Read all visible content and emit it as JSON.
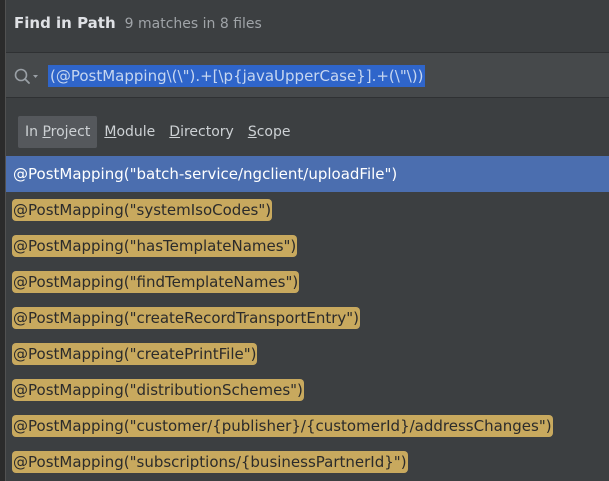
{
  "dialog": {
    "title": "Find in Path",
    "match_summary": "9 matches in 8 files"
  },
  "search": {
    "icon": "search-icon",
    "query": "(@PostMapping\\(\\\").+[\\p{javaUpperCase}].+(\\\"\\))"
  },
  "scopes": [
    {
      "label": "In Project",
      "mnemonic": "P",
      "active": true
    },
    {
      "label": "Module",
      "mnemonic": "M",
      "active": false
    },
    {
      "label": "Directory",
      "mnemonic": "D",
      "active": false
    },
    {
      "label": "Scope",
      "mnemonic": "S",
      "active": false
    }
  ],
  "results": [
    {
      "text": "@PostMapping(\"batch-service/ngclient/uploadFile\")",
      "selected": true
    },
    {
      "text": "@PostMapping(\"systemIsoCodes\")",
      "selected": false
    },
    {
      "text": "@PostMapping(\"hasTemplateNames\")",
      "selected": false
    },
    {
      "text": "@PostMapping(\"findTemplateNames\")",
      "selected": false
    },
    {
      "text": "@PostMapping(\"createRecordTransportEntry\")",
      "selected": false
    },
    {
      "text": "@PostMapping(\"createPrintFile\")",
      "selected": false
    },
    {
      "text": "@PostMapping(\"distributionSchemes\")",
      "selected": false
    },
    {
      "text": "@PostMapping(\"customer/{publisher}/{customerId}/addressChanges\")",
      "selected": false
    },
    {
      "text": "@PostMapping(\"subscriptions/{businessPartnerId}\")",
      "selected": false
    }
  ],
  "colors": {
    "popup_background": "#3c3f41",
    "selection": "#4b6eaf",
    "match_highlight": "#c8a95e",
    "query_selection": "#2f65ca"
  }
}
